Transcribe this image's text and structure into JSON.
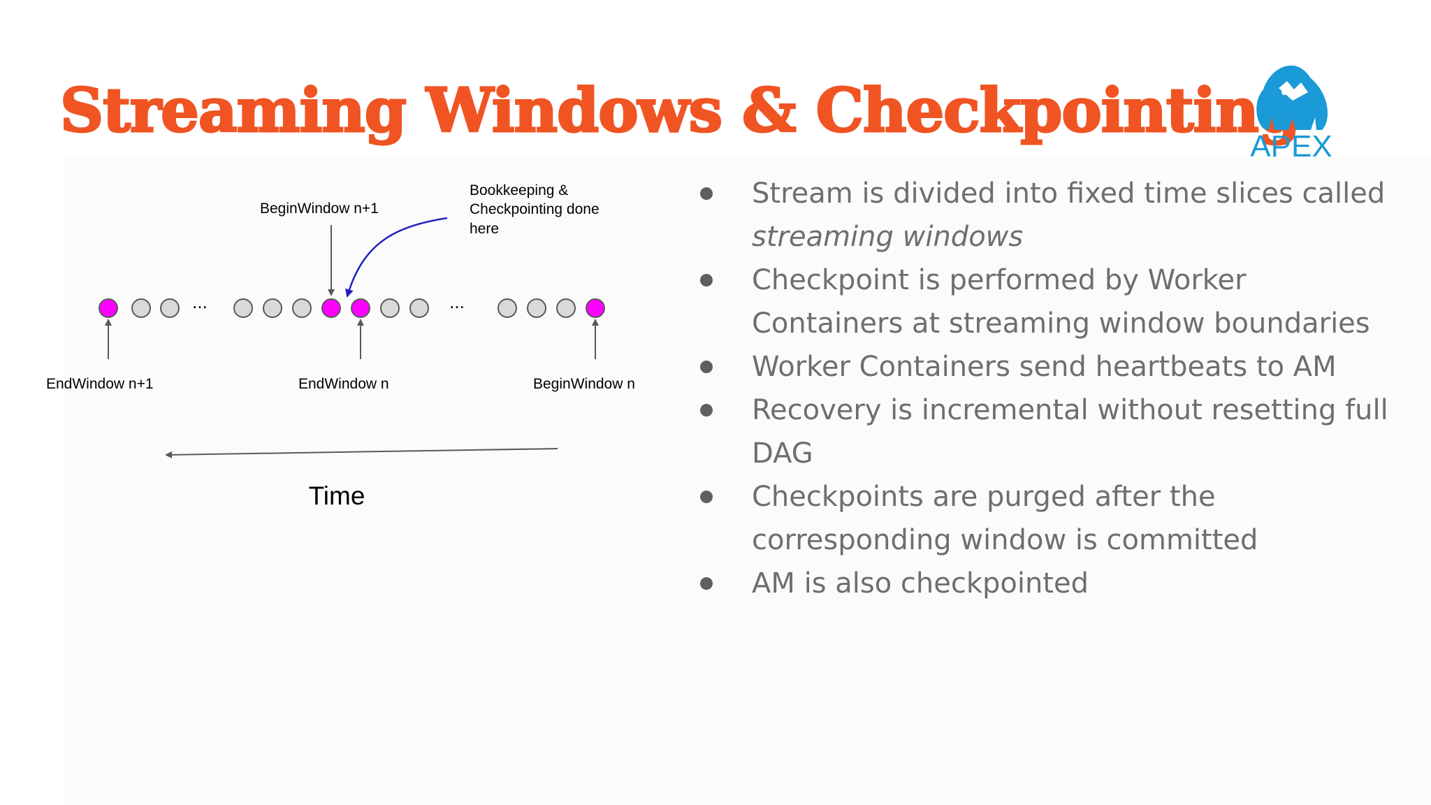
{
  "slide": {
    "title": "Streaming Windows & Checkpointing",
    "logo": {
      "text": "APEX",
      "icon": "gorilla-mascot-icon",
      "color": "#1a9ad6"
    }
  },
  "diagram": {
    "labels": {
      "begin_window_n1": "BeginWindow n+1",
      "bookkeeping_line1": "Bookkeeping &",
      "bookkeeping_line2": "Checkpointing done",
      "bookkeeping_line3": "here",
      "end_window_n1": "EndWindow n+1",
      "end_window_n": "EndWindow n",
      "begin_window_n": "BeginWindow n",
      "time": "Time"
    },
    "ellipsis": "...",
    "event_sequence": [
      "control",
      "data",
      "data",
      "ellipsis",
      "data",
      "data",
      "data",
      "control",
      "control",
      "data",
      "data",
      "ellipsis",
      "data",
      "data",
      "data",
      "control"
    ],
    "colors": {
      "control_event": "#ff00ff",
      "data_event": "#d9d9d9",
      "event_outline": "#595959",
      "callout_arrow": "#1f1fbf",
      "pointer_arrow": "#595959"
    }
  },
  "bullets": [
    {
      "text": "Stream is divided into fixed time slices called ",
      "emphasis": "streaming windows"
    },
    {
      "text": "Checkpoint is performed by Worker Containers at streaming window boundaries",
      "emphasis": ""
    },
    {
      "text": "Worker Containers send heartbeats to AM",
      "emphasis": ""
    },
    {
      "text": "Recovery is incremental without resetting full DAG",
      "emphasis": ""
    },
    {
      "text": "Checkpoints are purged after the corresponding window is committed",
      "emphasis": ""
    },
    {
      "text": "AM is also checkpointed",
      "emphasis": ""
    }
  ]
}
